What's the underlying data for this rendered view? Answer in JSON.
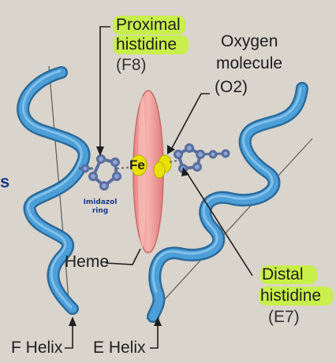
{
  "labels": {
    "proximal_line1": "Proximal",
    "proximal_line2": "histidine",
    "proximal_code": "(F8)",
    "oxygen_line1": "Oxygen",
    "oxygen_line2": "molecule",
    "oxygen_code": "(O2)",
    "iron": "Fe",
    "imidazol_line1": "Imidazol",
    "imidazol_line2": "ring",
    "heme": "Heme",
    "distal_line1": "Distal",
    "distal_line2": "histidine",
    "distal_code": "(E7)",
    "f_helix": "F Helix",
    "e_helix": "E Helix",
    "edge_mark": "s"
  },
  "colors": {
    "background": "#d9d4cc",
    "helix": "#3f8fc9",
    "heme": "#f0a2a2",
    "oxygen": "#e8e000",
    "ring": "#6f86b8",
    "highlight": "#c8ef4a"
  }
}
